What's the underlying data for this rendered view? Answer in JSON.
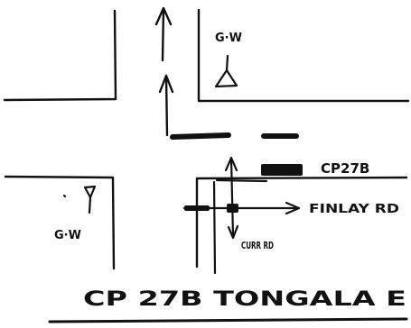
{
  "diagram": {
    "labels": {
      "give_way_top": "G·W",
      "give_way_left": "G·W",
      "cp27b": "CP27B",
      "finlay_rd": "FINLAY RD",
      "curr_rd": "CURR RD",
      "title": "CP 27B TONGALA E"
    },
    "colors": {
      "ink": "#111111",
      "paper": "#ffffff"
    },
    "icons": {
      "give_way_sign": "inverted-triangle-sign",
      "marker": "filled-rectangle-marker"
    }
  }
}
